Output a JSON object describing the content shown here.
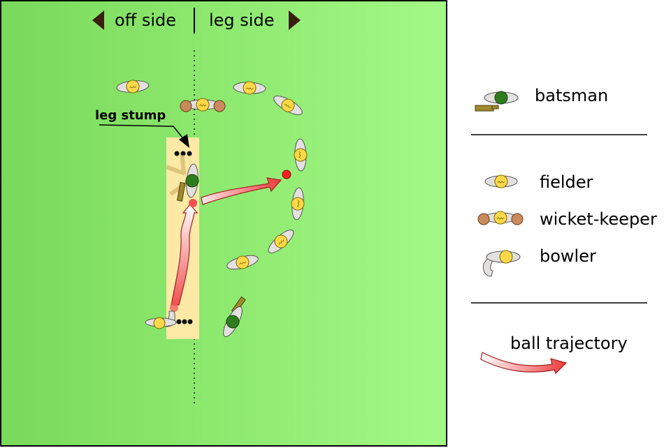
{
  "field": {
    "off_side_label": "off side",
    "leg_side_label": "leg side",
    "leg_stump_label": "leg stump",
    "colors": {
      "grass_dark": "#79d95a",
      "grass_light": "#a3f985",
      "pitch": "#fbe9a5",
      "batsman_cap": "#2e7d1d",
      "fielder_head": "#ffd84a",
      "glove": "#c98a5c",
      "ball": "#ff2020",
      "bat": "#9e8a2a"
    }
  },
  "legend": {
    "batsman": "batsman",
    "fielder": "fielder",
    "wicket_keeper": "wicket-keeper",
    "bowler": "bowler",
    "ball_trajectory": "ball trajectory"
  }
}
